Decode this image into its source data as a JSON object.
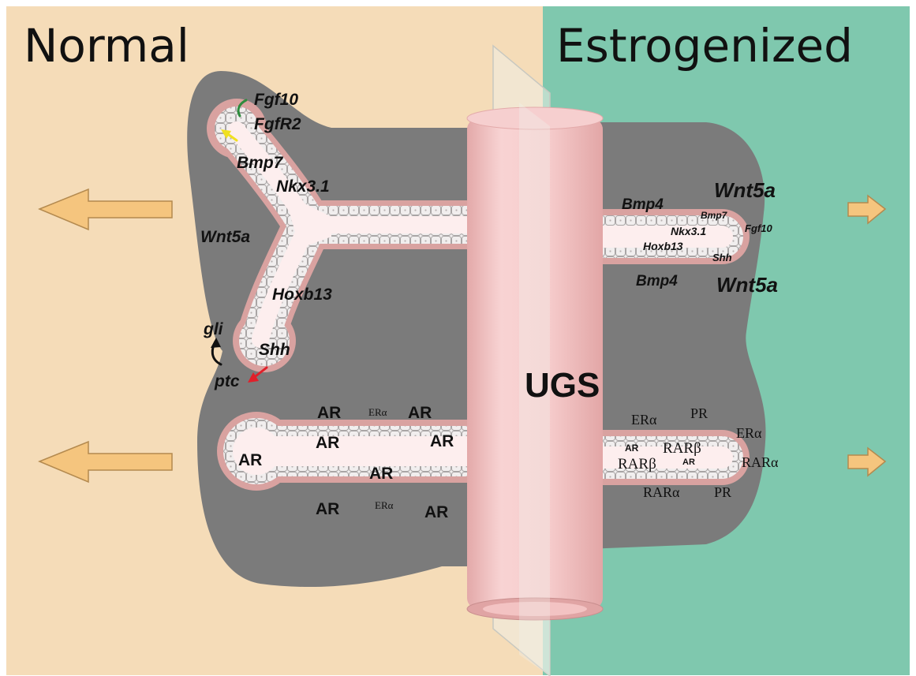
{
  "panels": {
    "normal": {
      "title": "Normal",
      "bg": "#f5dcb8"
    },
    "estrogenized": {
      "title": "Estrogenized",
      "bg": "#7fc8ae"
    }
  },
  "colors": {
    "mesenchyme": "#7b7b7b",
    "epithelium_halo": "#d9a2a0",
    "lumen": "#fdeeee",
    "cell_fill": "#f1eeee",
    "cell_stroke": "#a9a5a5",
    "urethra": "#f5c7c7",
    "arrow_fill": "#f5c57e",
    "arrow_stroke": "#b48a4f",
    "fgf_arrow": "#2e8b3d",
    "fgfr_arrow": "#f0e020",
    "ptc_arrow": "#e0202a"
  },
  "center": {
    "label": "UGS"
  },
  "normal_top_labels": {
    "fgf10": "Fgf10",
    "fgfr2": "FgfR2",
    "bmp7": "Bmp7",
    "nkx31": "Nkx3.1",
    "wnt5a": "Wnt5a",
    "hoxb13": "Hoxb13",
    "gli": "gli",
    "shh": "Shh",
    "ptc": "ptc"
  },
  "normal_bottom_labels": {
    "ar": "AR",
    "era": "ERα"
  },
  "estro_top_labels": {
    "bmp4": "Bmp4",
    "wnt5a": "Wnt5a",
    "bmp7": "Bmp7",
    "nkx31": "Nkx3.1",
    "fgf10": "Fgf10",
    "hoxb13": "Hoxb13",
    "shh": "Shh"
  },
  "estro_bottom_labels": {
    "era": "ERα",
    "pr": "PR",
    "ar": "AR",
    "rarb": "RARβ",
    "rara": "RARα"
  },
  "icons": [
    "growth-arrow-icon",
    "signal-arrow-icon"
  ]
}
